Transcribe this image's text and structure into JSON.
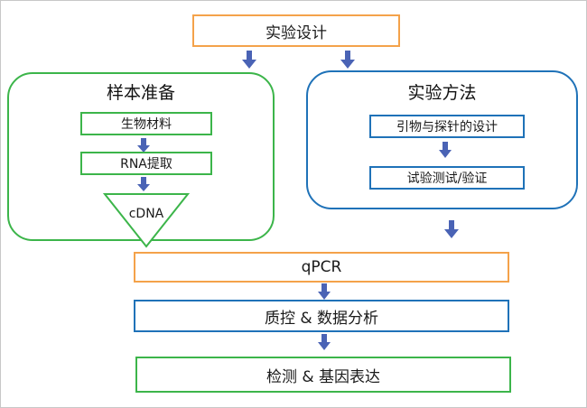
{
  "colors": {
    "orange": "#f4a24a",
    "green": "#3cb54a",
    "blue": "#1f72b8",
    "arrow": "#4a63b5"
  },
  "top": {
    "label": "实验设计"
  },
  "sample_prep": {
    "title": "样本准备",
    "steps": [
      "生物材料",
      "RNA提取"
    ],
    "cdna_label": "cDNA"
  },
  "methods": {
    "title": "实验方法",
    "steps": [
      "引物与探针的设计",
      "试验测试/验证"
    ]
  },
  "pipeline": [
    "qPCR",
    "质控 & 数据分析",
    "检测 & 基因表达"
  ]
}
